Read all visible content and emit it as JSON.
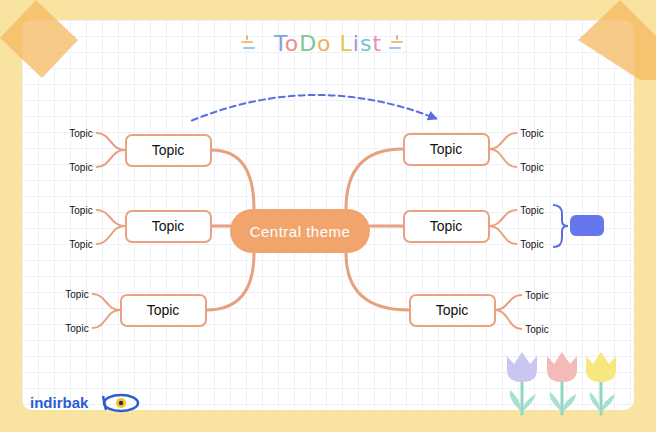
{
  "diagram": {
    "title": "ToDo List",
    "nodes": [
      {
        "text": [
          "Central theme"
        ]
      },
      {
        "text": [
          "Topic"
        ]
      },
      {
        "text": [
          "Topic"
        ]
      },
      {
        "text": [
          "Topic"
        ]
      },
      {
        "text": [
          "Topic"
        ]
      },
      {
        "text": [
          "Topic"
        ]
      },
      {
        "text": [
          "Topic"
        ]
      },
      {
        "text": [
          "Topic"
        ]
      },
      {
        "text": [
          "Topic"
        ]
      },
      {
        "text": [
          "Topic"
        ]
      },
      {
        "text": [
          "Topic"
        ]
      },
      {
        "text": [
          "Topic"
        ]
      },
      {
        "text": [
          "Topic"
        ]
      },
      {
        "text": [
          "Topic"
        ]
      },
      {
        "text": [
          "Topic"
        ]
      },
      {
        "text": [
          "Topic"
        ]
      },
      {
        "text": [
          "Topic"
        ]
      },
      {
        "text": [
          "Topic"
        ]
      },
      {
        "text": [
          "Topic"
        ]
      }
    ],
    "edges": [
      {
        "from": 0,
        "to": 1,
        "arrow": "none"
      },
      {
        "from": 1,
        "to": 2,
        "arrow": "none"
      },
      {
        "from": 1,
        "to": 3,
        "arrow": "none"
      },
      {
        "from": 0,
        "to": 4,
        "arrow": "none"
      },
      {
        "from": 4,
        "to": 5,
        "arrow": "none"
      },
      {
        "from": 4,
        "to": 6,
        "arrow": "none"
      },
      {
        "from": 0,
        "to": 7,
        "arrow": "none"
      },
      {
        "from": 7,
        "to": 8,
        "arrow": "none"
      },
      {
        "from": 7,
        "to": 9,
        "arrow": "none"
      },
      {
        "from": 0,
        "to": 10,
        "arrow": "none"
      },
      {
        "from": 10,
        "to": 11,
        "arrow": "none"
      },
      {
        "from": 10,
        "to": 12,
        "arrow": "none"
      },
      {
        "from": 0,
        "to": 13,
        "arrow": "none"
      },
      {
        "from": 13,
        "to": 14,
        "arrow": "none"
      },
      {
        "from": 13,
        "to": 15,
        "arrow": "none"
      },
      {
        "from": 0,
        "to": 16,
        "arrow": "none"
      },
      {
        "from": 16,
        "to": 17,
        "arrow": "none"
      },
      {
        "from": 16,
        "to": 18,
        "arrow": "none"
      },
      {
        "from": 1,
        "to": 10,
        "arrow": "to"
      }
    ],
    "labels": [
      "indirbak"
    ]
  }
}
